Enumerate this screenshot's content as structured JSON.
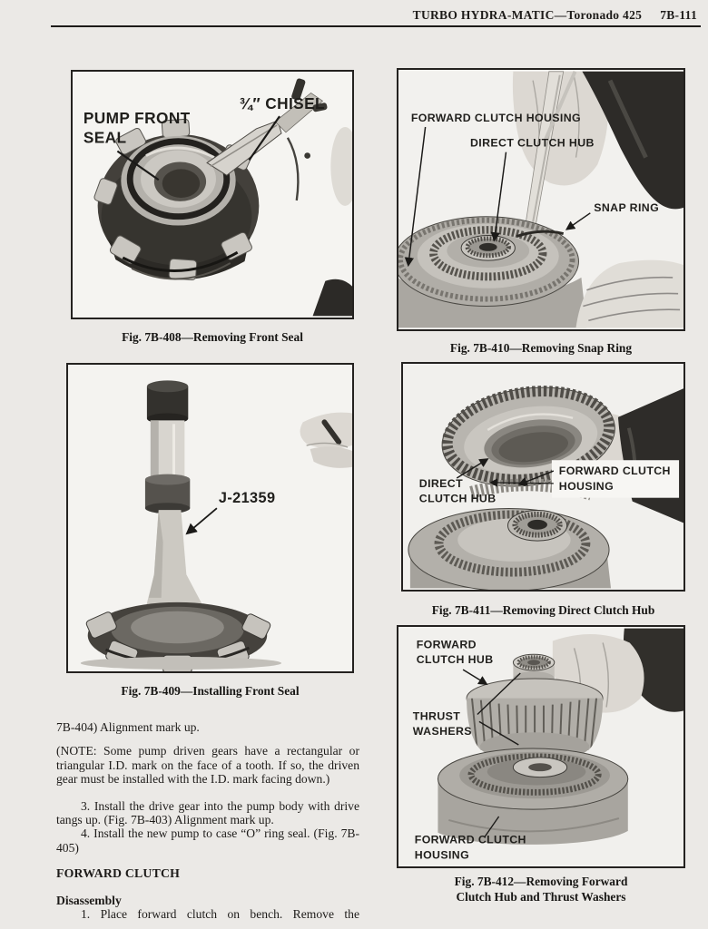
{
  "colors": {
    "paper": "#ebe9e6",
    "photo_background": "#f3f2ef",
    "ink": "#1d1b19"
  },
  "header": {
    "title": "TURBO HYDRA-MATIC—Toronado 425",
    "page_number": "7B-111"
  },
  "figures": {
    "fig408": {
      "caption": "Fig. 7B-408—Removing Front Seal",
      "label_pump_front_seal_line1": "PUMP FRONT",
      "label_pump_front_seal_line2": "SEAL",
      "label_chisel": "¾″ CHISEL"
    },
    "fig409": {
      "caption": "Fig. 7B-409—Installing Front Seal",
      "label_tool": "J-21359"
    },
    "fig410": {
      "caption": "Fig. 7B-410—Removing Snap Ring",
      "label_forward_clutch_housing": "FORWARD CLUTCH HOUSING",
      "label_direct_clutch_hub": "DIRECT CLUTCH HUB",
      "label_snap_ring": "SNAP RING"
    },
    "fig411": {
      "caption": "Fig. 7B-411—Removing Direct Clutch Hub",
      "label_direct_clutch_hub_line1": "DIRECT",
      "label_direct_clutch_hub_line2": "CLUTCH HUB",
      "label_forward_clutch_housing_line1": "FORWARD CLUTCH",
      "label_forward_clutch_housing_line2": "HOUSING"
    },
    "fig412": {
      "caption_line1": "Fig. 7B-412—Removing Forward",
      "caption_line2": "Clutch Hub and Thrust Washers",
      "label_forward_clutch_hub_line1": "FORWARD",
      "label_forward_clutch_hub_line2": "CLUTCH HUB",
      "label_thrust_washers_line1": "THRUST",
      "label_thrust_washers_line2": "WASHERS",
      "label_forward_clutch_housing_line1": "FORWARD CLUTCH",
      "label_forward_clutch_housing_line2": "HOUSING"
    }
  },
  "body": {
    "para_7b404": "7B-404) Alignment mark up.",
    "note": "(NOTE: Some pump driven gears have a rectangular or triangular I.D. mark on the face of a tooth. If so, the driven gear must be installed with the I.D. mark facing down.)",
    "step3": "3. Install the drive gear into the pump body with drive tangs up. (Fig. 7B-403) Alignment mark up.",
    "step4": "4. Install the new pump to case “O” ring seal. (Fig. 7B-405)",
    "heading_forward_clutch": "FORWARD CLUTCH",
    "subheading_disassembly": "Disassembly",
    "step1": "1. Place forward clutch on bench. Remove the"
  }
}
